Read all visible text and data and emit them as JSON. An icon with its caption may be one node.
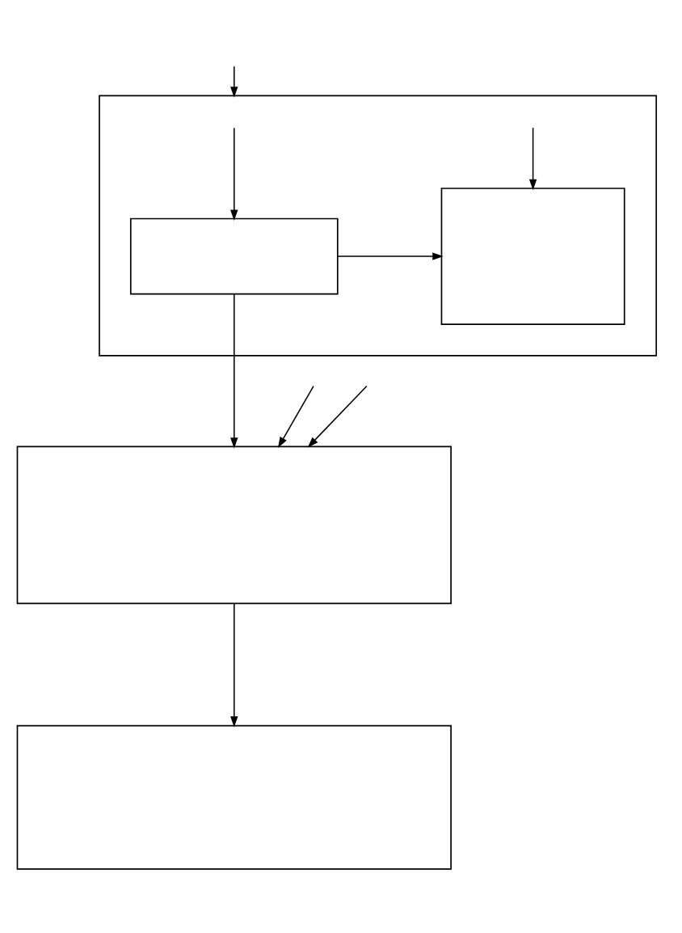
{
  "diagram": {
    "nodes": [
      {
        "text": [],
        "shape": "box"
      },
      {
        "text": [],
        "shape": "box",
        "in": 0
      },
      {
        "text": [],
        "shape": "box",
        "in": 0
      },
      {
        "text": [],
        "shape": "box"
      },
      {
        "text": [],
        "shape": "box"
      }
    ],
    "edges": [
      {
        "from": null,
        "to": 0,
        "arrow": "to"
      },
      {
        "from": null,
        "to": 1,
        "arrow": "to"
      },
      {
        "from": null,
        "to": 2,
        "arrow": "to"
      },
      {
        "from": 1,
        "to": 2,
        "arrow": "to"
      },
      {
        "from": 1,
        "to": 3,
        "arrow": "to"
      },
      {
        "from": null,
        "to": 3,
        "arrow": "to"
      },
      {
        "from": null,
        "to": 3,
        "arrow": "to"
      },
      {
        "from": 3,
        "to": 4,
        "arrow": "to"
      }
    ]
  }
}
